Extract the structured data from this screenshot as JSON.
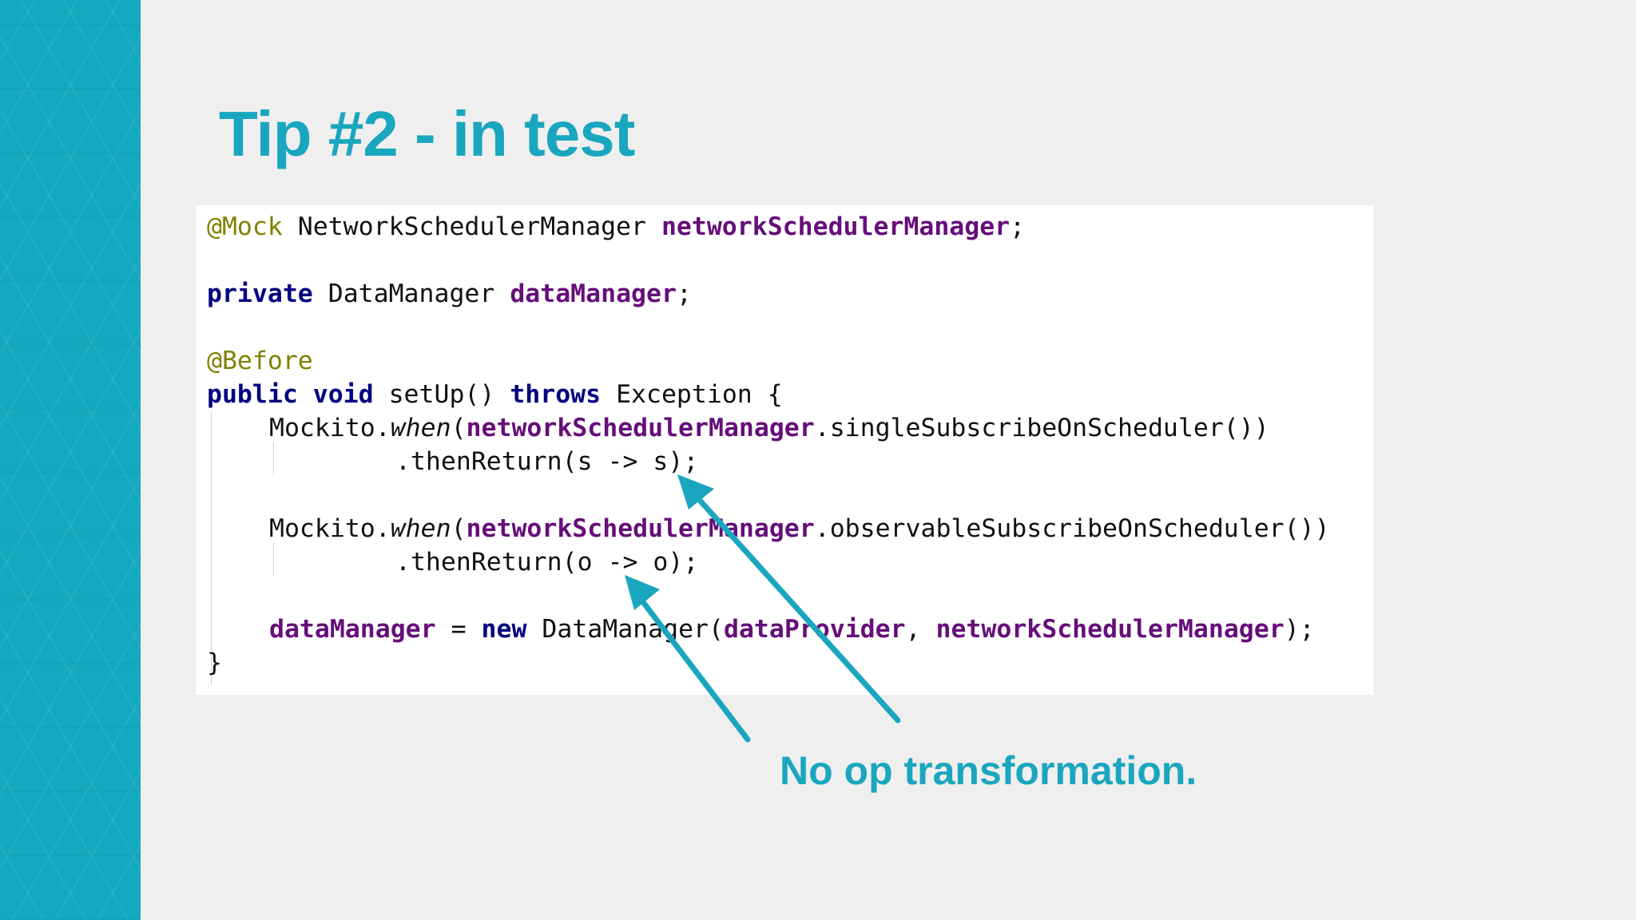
{
  "slide": {
    "title": "Tip #2 - in test",
    "note": "No op transformation."
  },
  "code": {
    "l1_ann": "@Mock",
    "l1_type": " NetworkSchedulerManager ",
    "l1_field": "networkSchedulerManager",
    "l1_end": ";",
    "l2_kw": "private",
    "l2_type": " DataManager ",
    "l2_field": "dataManager",
    "l2_end": ";",
    "l3_ann": "@Before",
    "l4_kw1": "public void",
    "l4_text1": " setUp() ",
    "l4_kw2": "throws",
    "l4_text2": " Exception {",
    "l5_a": "Mockito.",
    "l5_when": "when",
    "l5_b": "(",
    "l5_field": "networkSchedulerManager",
    "l5_c": ".singleSubscribeOnScheduler())",
    "l6": ".thenReturn(s -> s);",
    "l7_a": "Mockito.",
    "l7_when": "when",
    "l7_b": "(",
    "l7_field": "networkSchedulerManager",
    "l7_c": ".observableSubscribeOnScheduler())",
    "l8": ".thenReturn(o -> o);",
    "l9_field1": "dataManager",
    "l9_a": " = ",
    "l9_kw": "new",
    "l9_b": " DataManager(",
    "l9_field2": "dataProvider",
    "l9_c": ", ",
    "l9_field3": "networkSchedulerManager",
    "l9_d": ");",
    "l10": "}"
  },
  "colors": {
    "accent": "#1aa6bf",
    "side_band": "#14a9bf",
    "background": "#efefef",
    "annotation": "#808000",
    "keyword": "#000080",
    "field": "#660e7a"
  }
}
